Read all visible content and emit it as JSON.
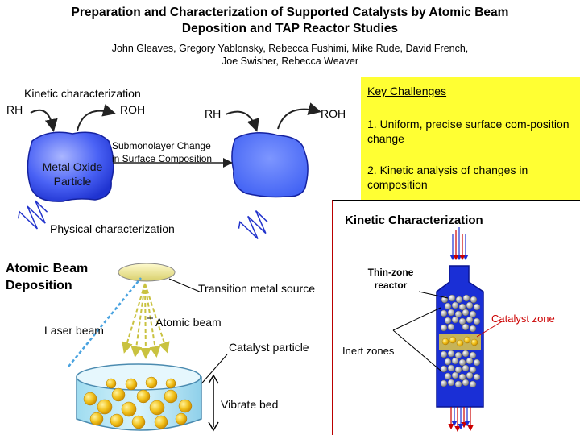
{
  "header": {
    "title_line1": "Preparation and Characterization of Supported Catalysts by Atomic Beam",
    "title_line2": "Deposition and TAP Reactor Studies",
    "authors_line1": "John Gleaves, Gregory Yablonsky, Rebecca Fushimi, Mike Rude, David French,",
    "authors_line2": "Joe Swisher, Rebecca Weaver"
  },
  "top_diagram": {
    "kinetic_label": "Kinetic characterization",
    "rh_left": "RH",
    "roh_left": "ROH",
    "rh_right": "RH",
    "roh_right": "ROH",
    "particle_label_line1": "Metal Oxide",
    "particle_label_line2": "Particle",
    "change_line1": "Submonolayer Change",
    "change_line2": "in Surface Composition",
    "physical_label": "Physical characterization"
  },
  "key_challenges": {
    "title": "Key Challenges",
    "item1": "1. Uniform, precise surface com-position change",
    "item2": "2. Kinetic analysis of changes in composition"
  },
  "deposition": {
    "title_line1": "Atomic Beam",
    "title_line2": "Deposition",
    "laser": "Laser beam",
    "atomic_beam": "Atomic beam",
    "source": "Transition metal source",
    "catalyst_particle": "Catalyst particle",
    "vibrate": "Vibrate bed"
  },
  "kinetic_panel": {
    "title": "Kinetic Characterization",
    "reactor_line1": "Thin-zone",
    "reactor_line2": "reactor",
    "catalyst_zone": "Catalyst zone",
    "inert_zones": "Inert zones"
  },
  "colors": {
    "yellow_box": "#ffff33",
    "particle_blue": "#3a56f0",
    "reactor_blue": "#1a2fd6",
    "arrow_red": "#cc0000",
    "wave_blue": "#2233cc"
  }
}
